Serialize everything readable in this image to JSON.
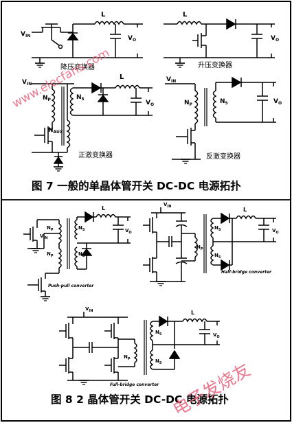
{
  "figure7": {
    "caption": "图 7 一般的单晶体管开关 DC-DC 电源拓扑",
    "panels": {
      "buck": {
        "label": "降压变换器",
        "vin": "V",
        "vin_sub": "IN",
        "inductor": "L",
        "vo": "V",
        "vo_sub": "O"
      },
      "boost": {
        "label": "升压变换器",
        "inductor": "L",
        "vo": "V",
        "vo_sub": "O"
      },
      "forward": {
        "label": "正激变换器",
        "vin": "V",
        "vin_sub": "IN",
        "np": "N",
        "np_sub": "P",
        "ns": "N",
        "ns_sub": "S",
        "naux": "N",
        "naux_sub": "AUX",
        "inductor": "L",
        "vo": "V",
        "vo_sub": "O"
      },
      "flyback": {
        "label": "反激变换器",
        "vin": "V",
        "vin_sub": "IN",
        "np": "N",
        "np_sub": "P",
        "ns": "N",
        "ns_sub": "S",
        "vo": "V",
        "vo_sub": "O"
      }
    }
  },
  "figure8": {
    "caption": "图 8 2 晶体管开关 DC-DC 电源拓扑",
    "panels": {
      "pushpull": {
        "label": "Push-pull converter",
        "vin": "V",
        "vin_sub": "IN",
        "np": "N",
        "np_sub": "P",
        "ns": "N",
        "ns_sub": "S",
        "inductor": "L",
        "vo": "V",
        "vo_sub": "O"
      },
      "halfbridge": {
        "label": "Half-bridge converter",
        "vin": "V",
        "vin_sub": "IN",
        "np": "N",
        "np_sub": "P",
        "ns": "N",
        "ns_sub": "S",
        "inductor": "L",
        "vo": "V",
        "vo_sub": "O"
      },
      "fullbridge": {
        "label": "Full-bridge converter",
        "vin": "V",
        "vin_sub": "IN",
        "np": "N",
        "np_sub": "P",
        "ns": "N",
        "ns_sub": "S",
        "inductor": "L",
        "vo": "V",
        "vo_sub": "O"
      }
    }
  },
  "watermark": {
    "url": "www.elecfans.com",
    "site": "电子发烧友"
  },
  "colors": {
    "ink": "#000000",
    "watermark": "#e8607a",
    "border": "#000000"
  }
}
